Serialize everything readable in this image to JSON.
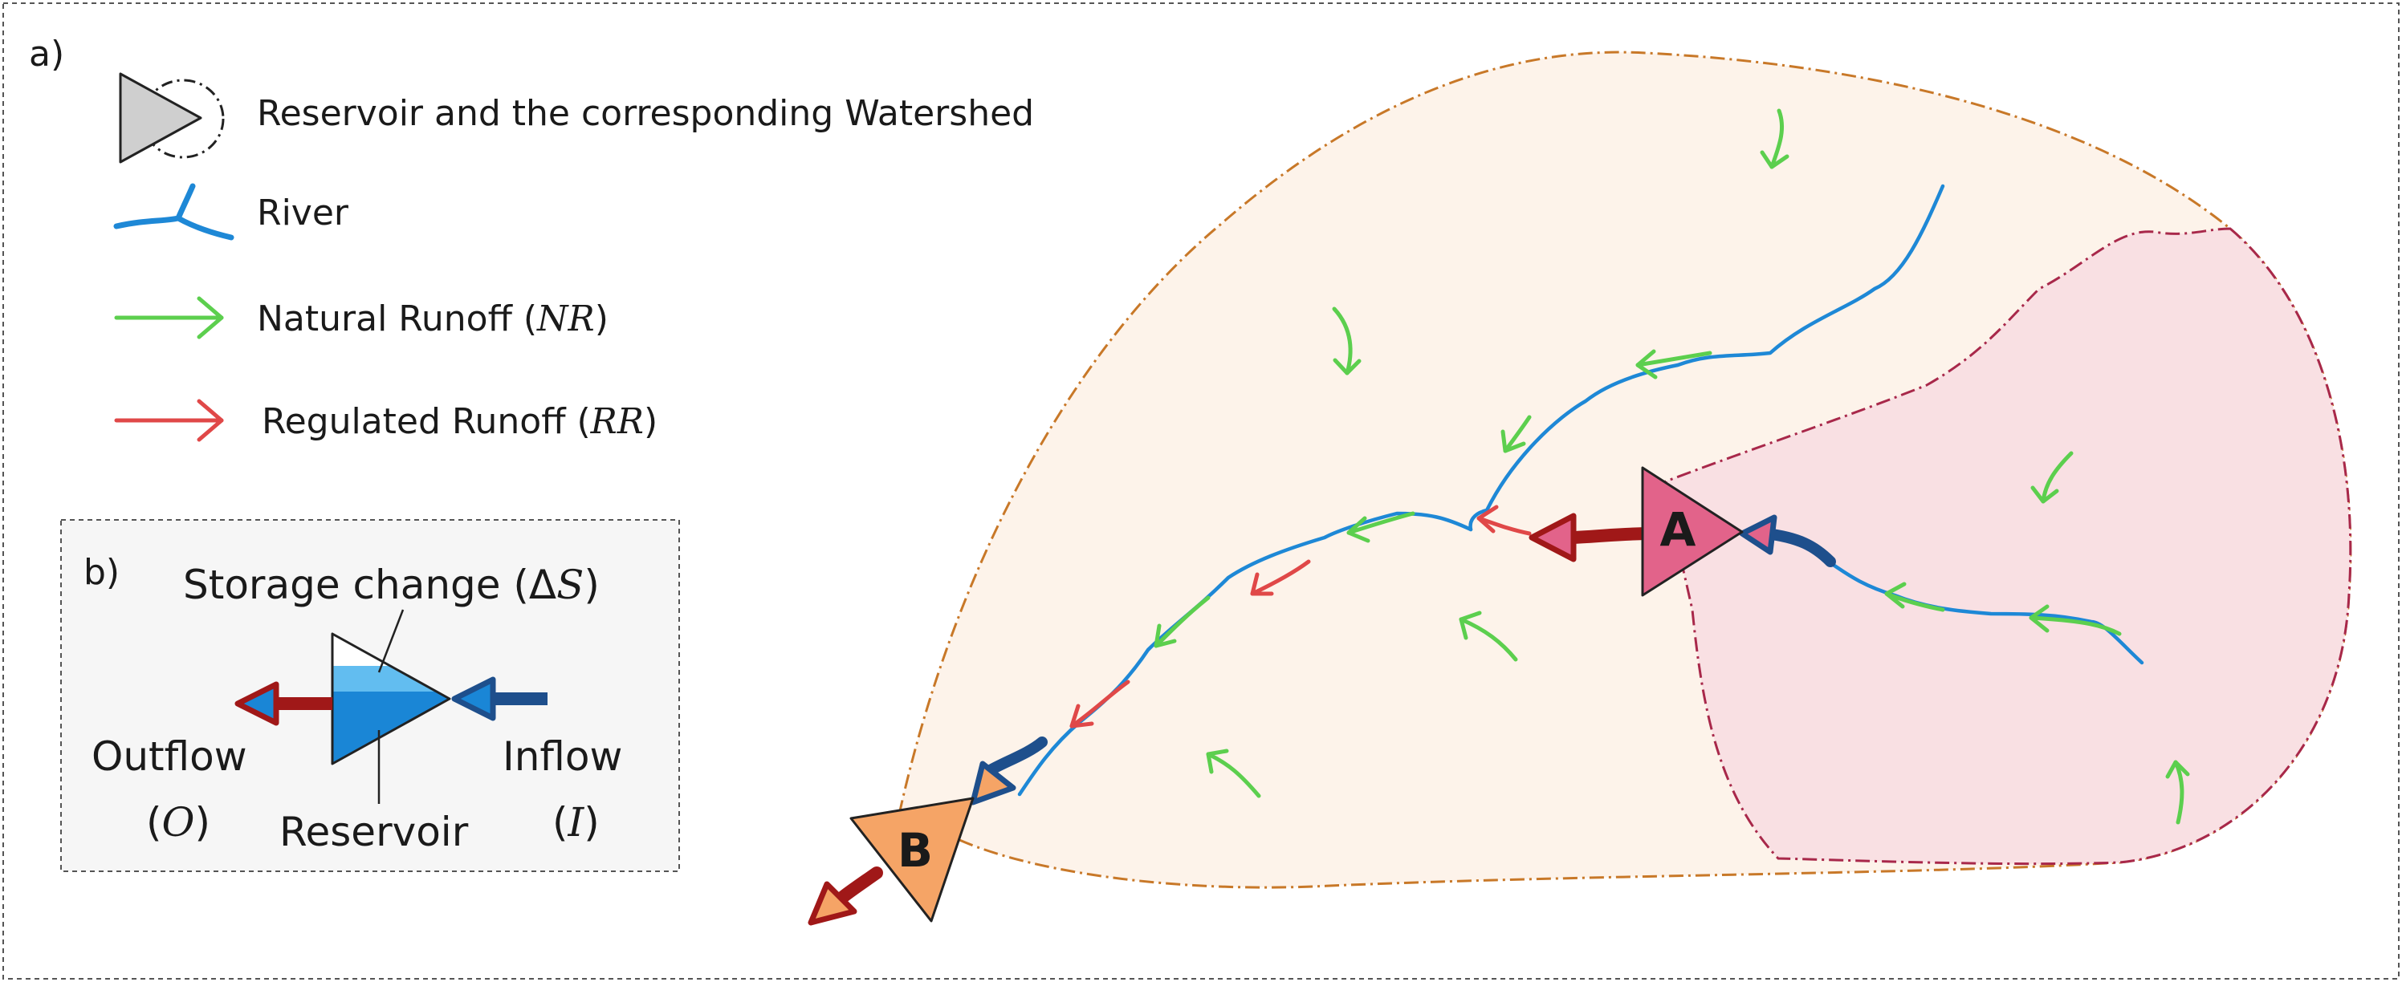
{
  "panel_a": {
    "label": "a)",
    "legend": {
      "reservoir": "Reservoir and the corresponding Watershed",
      "river": "River",
      "natural": {
        "text": "Natural Runoff (",
        "var": "NR",
        "close": ")"
      },
      "regulated": {
        "text": "Regulated Runoff (",
        "var": "RR",
        "close": ")"
      }
    },
    "reservoir_a": "A",
    "reservoir_b": "B"
  },
  "panel_b": {
    "label": "b)",
    "storage": {
      "text": "Storage change (Δ",
      "var": "S",
      "close": ")"
    },
    "outflow": {
      "text": "Outflow",
      "var_open": "(",
      "var": "O",
      "var_close": ")"
    },
    "inflow": {
      "text": "Inflow",
      "var_open": "(",
      "var": "I",
      "var_close": ")"
    },
    "reservoir": "Reservoir"
  },
  "colors": {
    "river": "#1e88d6",
    "natural_runoff": "#5ccf4e",
    "regulated_runoff": "#e04848",
    "outflow_arrow": "#a01818",
    "inflow_arrow": "#1e4f8c",
    "reservoir_a": "#e2638a",
    "reservoir_b": "#f5a466",
    "watershed_b_fill": "#fdf3ea",
    "watershed_b_border": "#c87828",
    "watershed_a_fill": "#f9e0e3",
    "watershed_a_border": "#a8284a",
    "water": "#1a86d6"
  },
  "icons": [
    "reservoir-watershed-icon",
    "river-icon",
    "green-arrow-icon",
    "red-arrow-icon"
  ]
}
